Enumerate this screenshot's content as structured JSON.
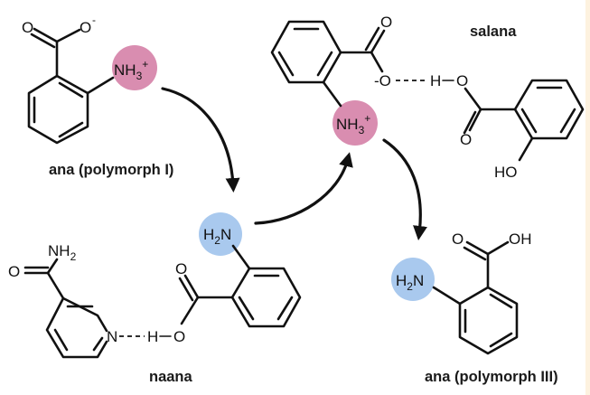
{
  "diagram": {
    "title": "Anthranilic acid polymorph transformation via cocrystals",
    "colors": {
      "ammonium_highlight": "#d98db0",
      "amine_highlight": "#a9c9ee",
      "bond": "#111111",
      "edge_strip": "#fdf2df"
    },
    "molecules": {
      "ana1": {
        "label": "ana (polymorph I)",
        "carbonyl_o": "O",
        "carboxylate_o": "O",
        "charge_minus": "-",
        "amine_n": "NH",
        "amine_sub": "3",
        "amine_charge": "+"
      },
      "salana": {
        "label": "salana",
        "ana_carbonyl_o": "O",
        "ana_carboxylate_o": "-O",
        "amine_n": "NH",
        "amine_sub": "3",
        "amine_charge": "+",
        "hbond_h": "H",
        "sal_hydroxyl_o": "O",
        "sal_carbonyl_o": "O",
        "sal_phenol": "HO"
      },
      "naana": {
        "label": "naana",
        "amide_n": "NH",
        "amide_sub": "2",
        "amide_o": "O",
        "pyridine_n": "N",
        "hbond_h": "H",
        "acid_o": "O",
        "acid_carbonyl_o": "O",
        "amine_h": "H",
        "amine_sub": "2",
        "amine_n": "N"
      },
      "ana3": {
        "label": "ana (polymorph III)",
        "carbonyl_o": "O",
        "hydroxyl": "OH",
        "amine_h": "H",
        "amine_sub": "2",
        "amine_n": "N"
      }
    },
    "arrows": [
      {
        "from": "ana (polymorph I)",
        "to": "naana"
      },
      {
        "from": "naana",
        "to": "salana"
      },
      {
        "from": "salana",
        "to": "ana (polymorph III)"
      }
    ]
  }
}
